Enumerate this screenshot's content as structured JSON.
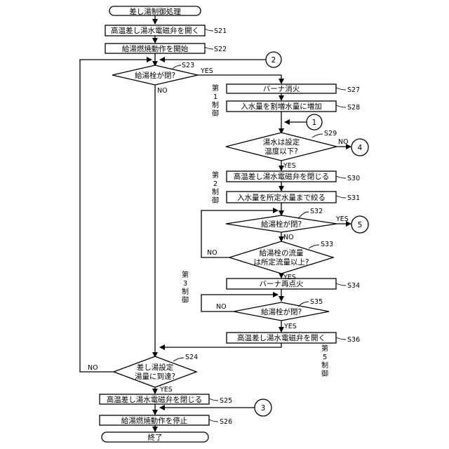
{
  "steps": {
    "start": "差し湯制御処理",
    "s21": "高温差し湯水電磁弁を開く",
    "s22": "給湯燃焼動作を開始",
    "s23": "給湯栓が閉?",
    "s27": "バーナ消火",
    "s28": "入水量を割増水量に増加",
    "s29_line1": "湯水は設定",
    "s29_line2": "温度以下?",
    "s30": "高温差し湯水電磁弁を閉じる",
    "s31": "入水量を所定水量まで絞る",
    "s32": "給湯栓が閉?",
    "s33_line1": "給湯栓の流量",
    "s33_line2": "は所定流量以上?",
    "s34": "バーナ再点火",
    "s35": "給湯栓が閉?",
    "s36": "高温差し湯水電磁弁を開く",
    "s24_line1": "差し湯設定",
    "s24_line2": "湯量に到達?",
    "s25": "高温差し湯水電磁弁を閉じる",
    "s26": "給湯燃焼動作を停止",
    "end": "終了"
  },
  "step_labels": {
    "s21": "S21",
    "s22": "S22",
    "s23": "S23",
    "s24": "S24",
    "s25": "S25",
    "s26": "S26",
    "s27": "S27",
    "s28": "S28",
    "s29": "S29",
    "s30": "S30",
    "s31": "S31",
    "s32": "S32",
    "s33": "S33",
    "s34": "S34",
    "s35": "S35",
    "s36": "S36"
  },
  "branch": {
    "yes": "YES",
    "no": "NO"
  },
  "connectors": {
    "c1": "1",
    "c2": "2",
    "c3": "3",
    "c4": "4",
    "c5": "5"
  },
  "controls": {
    "first": [
      "第",
      "1",
      "制",
      "御"
    ],
    "second": [
      "第",
      "2",
      "制",
      "御"
    ],
    "third": [
      "第",
      "3",
      "制",
      "御"
    ],
    "fifth": [
      "第",
      "5",
      "制",
      "御"
    ]
  }
}
